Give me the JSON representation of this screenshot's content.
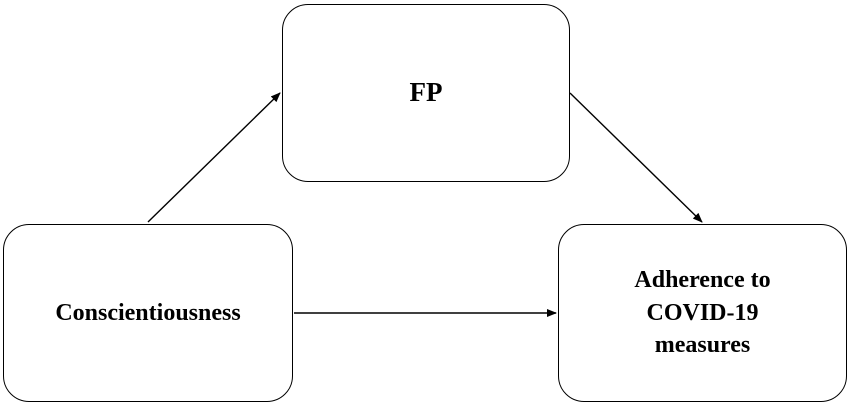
{
  "diagram": {
    "nodes": {
      "fp": {
        "label": "FP"
      },
      "conscientiousness": {
        "label": "Conscientiousness"
      },
      "adherence": {
        "lines": [
          "Adherence to",
          "COVID-19",
          "measures"
        ]
      }
    },
    "edges": [
      {
        "from": "conscientiousness",
        "to": "fp"
      },
      {
        "from": "fp",
        "to": "adherence"
      },
      {
        "from": "conscientiousness",
        "to": "adherence"
      }
    ],
    "colors": {
      "stroke": "#000000",
      "text": "#000000",
      "background": "#ffffff"
    }
  }
}
